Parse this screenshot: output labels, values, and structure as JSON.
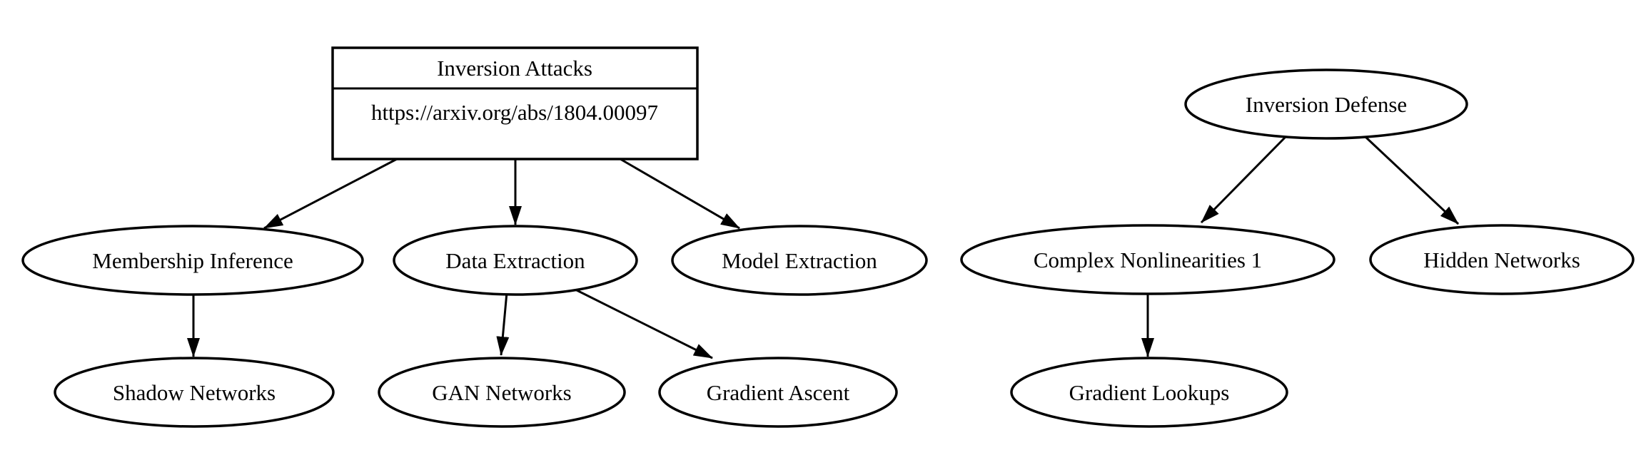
{
  "diagram": {
    "type": "graph",
    "colors": {
      "background": "#ffffff",
      "stroke": "#000000",
      "text": "#000000"
    },
    "attack_tree": {
      "root": {
        "title": "Inversion Attacks",
        "url": "https://arxiv.org/abs/1804.00097"
      },
      "nodes": {
        "membership_inference": "Membership Inference",
        "data_extraction": "Data Extraction",
        "model_extraction": "Model Extraction",
        "shadow_networks": "Shadow Networks",
        "gan_networks": "GAN Networks",
        "gradient_ascent": "Gradient Ascent"
      }
    },
    "defense_tree": {
      "root": {
        "title": "Inversion Defense"
      },
      "nodes": {
        "complex_nonlinearities": "Complex Nonlinearities 1",
        "hidden_networks": "Hidden Networks",
        "gradient_lookups": "Gradient Lookups"
      }
    },
    "edges": [
      {
        "from": "inversion_attacks",
        "to": "membership_inference"
      },
      {
        "from": "inversion_attacks",
        "to": "data_extraction"
      },
      {
        "from": "inversion_attacks",
        "to": "model_extraction"
      },
      {
        "from": "membership_inference",
        "to": "shadow_networks"
      },
      {
        "from": "data_extraction",
        "to": "gan_networks"
      },
      {
        "from": "data_extraction",
        "to": "gradient_ascent"
      },
      {
        "from": "inversion_defense",
        "to": "complex_nonlinearities"
      },
      {
        "from": "inversion_defense",
        "to": "hidden_networks"
      },
      {
        "from": "complex_nonlinearities",
        "to": "gradient_lookups"
      }
    ]
  }
}
